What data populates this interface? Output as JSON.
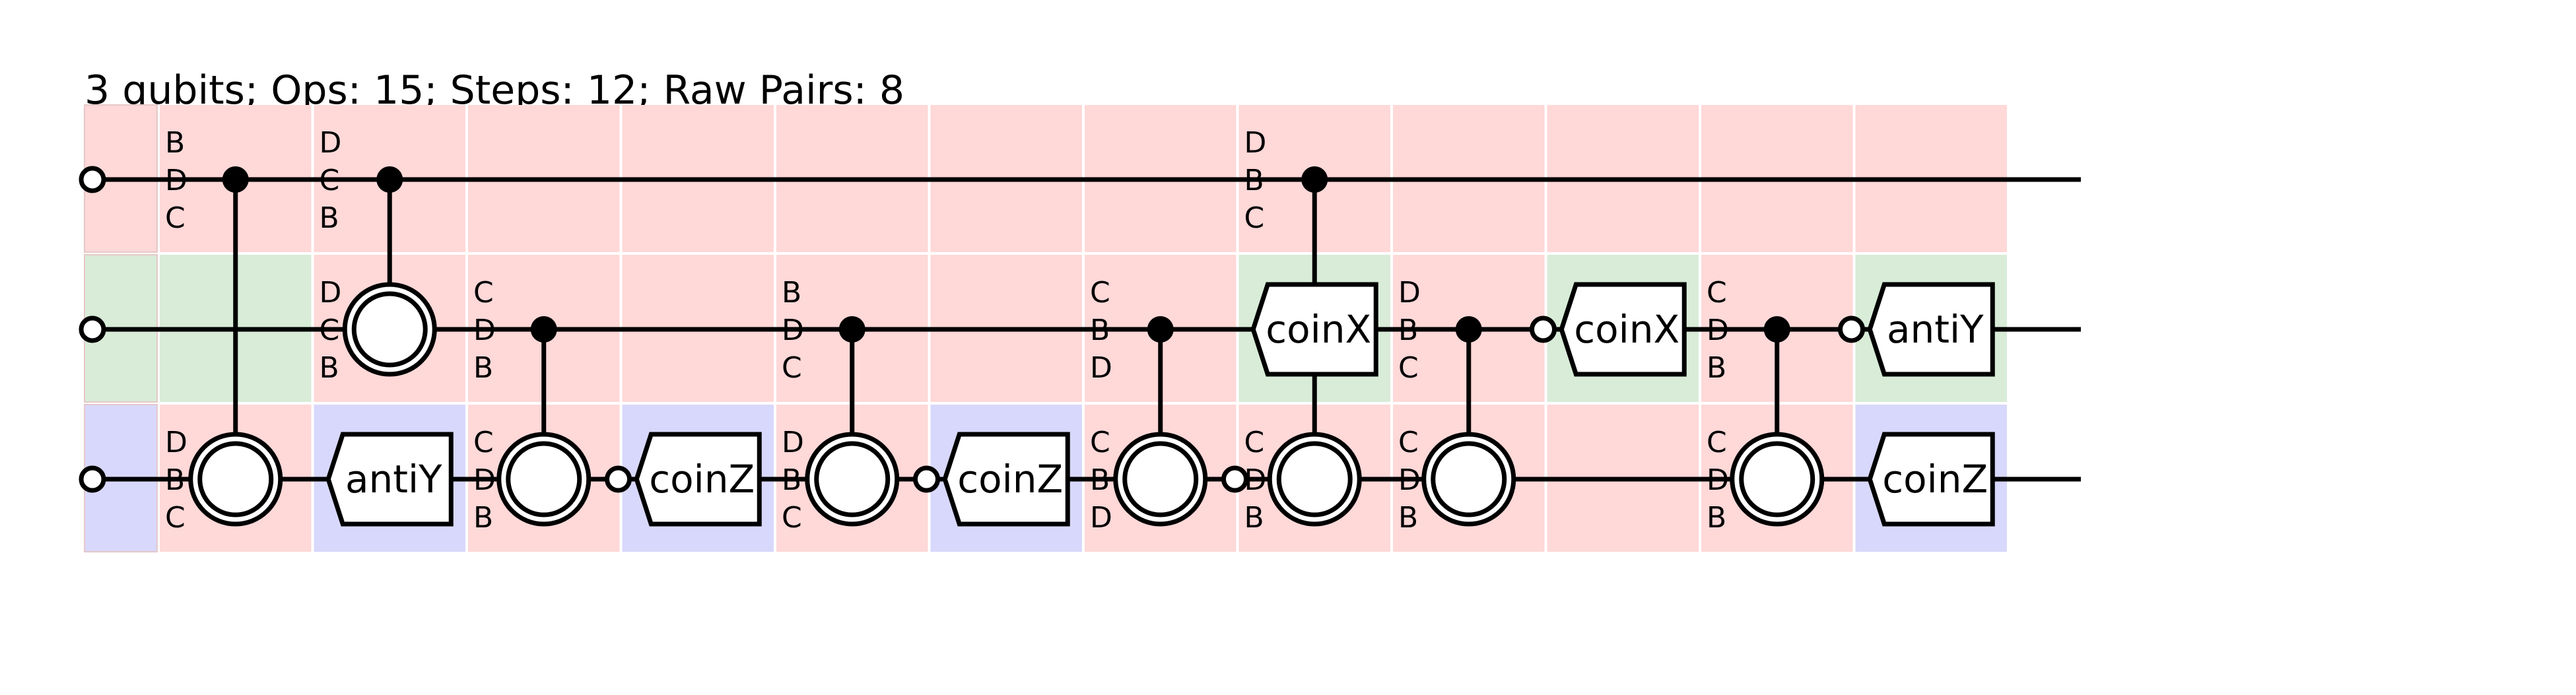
{
  "header": {
    "title": "3 qubits; Ops: 15; Steps: 12; Raw Pairs: 8"
  },
  "colors": {
    "red": "#ffd8d8",
    "green": "#d8ecd8",
    "blue": "#d8d8fc",
    "wire": "#000000"
  },
  "circuit": {
    "num_qubits": 3,
    "num_steps": 12,
    "initial_colors": [
      "red",
      "green",
      "blue"
    ],
    "columns": [
      {
        "colors": [
          "red",
          "green",
          "red"
        ],
        "labels": {
          "q0": [
            "B",
            "D",
            "C"
          ],
          "q2": [
            "D",
            "B",
            "C"
          ]
        },
        "ops": [
          {
            "type": "cnot",
            "control": 0,
            "target": 2
          }
        ]
      },
      {
        "colors": [
          "red",
          "red",
          "blue"
        ],
        "labels": {
          "q0": [
            "D",
            "C",
            "B"
          ],
          "q1": [
            "D",
            "C",
            "B"
          ]
        },
        "ops": [
          {
            "type": "cnot",
            "control": 0,
            "target": 1
          },
          {
            "type": "gate",
            "qubit": 2,
            "name": "antiY"
          }
        ]
      },
      {
        "colors": [
          "red",
          "red",
          "red"
        ],
        "labels": {
          "q1": [
            "C",
            "D",
            "B"
          ],
          "q2": [
            "C",
            "D",
            "B"
          ]
        },
        "ops": [
          {
            "type": "cnot",
            "control": 1,
            "target": 2
          }
        ]
      },
      {
        "colors": [
          "red",
          "red",
          "blue"
        ],
        "labels": {},
        "ops": [
          {
            "type": "gate",
            "qubit": 2,
            "name": "coinZ"
          }
        ]
      },
      {
        "colors": [
          "red",
          "red",
          "red"
        ],
        "labels": {
          "q1": [
            "B",
            "D",
            "C"
          ],
          "q2": [
            "D",
            "B",
            "C"
          ]
        },
        "ops": [
          {
            "type": "cnot",
            "control": 1,
            "target": 2
          }
        ]
      },
      {
        "colors": [
          "red",
          "red",
          "blue"
        ],
        "labels": {},
        "ops": [
          {
            "type": "gate",
            "qubit": 2,
            "name": "coinZ"
          }
        ]
      },
      {
        "colors": [
          "red",
          "red",
          "red"
        ],
        "labels": {
          "q1": [
            "C",
            "B",
            "D"
          ],
          "q2": [
            "C",
            "B",
            "D"
          ]
        },
        "ops": [
          {
            "type": "cnot",
            "control": 1,
            "target": 2
          }
        ]
      },
      {
        "colors": [
          "red",
          "green",
          "red"
        ],
        "labels": {
          "q0": [
            "D",
            "B",
            "C"
          ],
          "q2": [
            "C",
            "D",
            "B"
          ]
        },
        "ops": [
          {
            "type": "controlled",
            "control": 0,
            "qubit": 1,
            "name": "coinX"
          },
          {
            "type": "target",
            "qubit": 2,
            "from": 1
          }
        ]
      },
      {
        "colors": [
          "red",
          "red",
          "red"
        ],
        "labels": {
          "q1": [
            "D",
            "B",
            "C"
          ],
          "q2": [
            "C",
            "D",
            "B"
          ]
        },
        "ops": [
          {
            "type": "cnot",
            "control": 1,
            "target": 2
          }
        ]
      },
      {
        "colors": [
          "red",
          "green",
          "red"
        ],
        "labels": {},
        "ops": [
          {
            "type": "gate",
            "qubit": 1,
            "name": "coinX"
          }
        ]
      },
      {
        "colors": [
          "red",
          "red",
          "red"
        ],
        "labels": {
          "q1": [
            "C",
            "D",
            "B"
          ],
          "q2": [
            "C",
            "D",
            "B"
          ]
        },
        "ops": [
          {
            "type": "cnot",
            "control": 1,
            "target": 2
          }
        ]
      },
      {
        "colors": [
          "red",
          "green",
          "blue"
        ],
        "labels": {},
        "ops": [
          {
            "type": "gate",
            "qubit": 1,
            "name": "antiY"
          },
          {
            "type": "gate",
            "qubit": 2,
            "name": "coinZ"
          }
        ]
      }
    ],
    "outputs": [
      {
        "qubit": 1,
        "after_column": 8
      },
      {
        "qubit": 2,
        "after_column": 2
      },
      {
        "qubit": 2,
        "after_column": 4
      },
      {
        "qubit": 2,
        "after_column": 6
      },
      {
        "qubit": 1,
        "after_column": 10
      }
    ]
  }
}
